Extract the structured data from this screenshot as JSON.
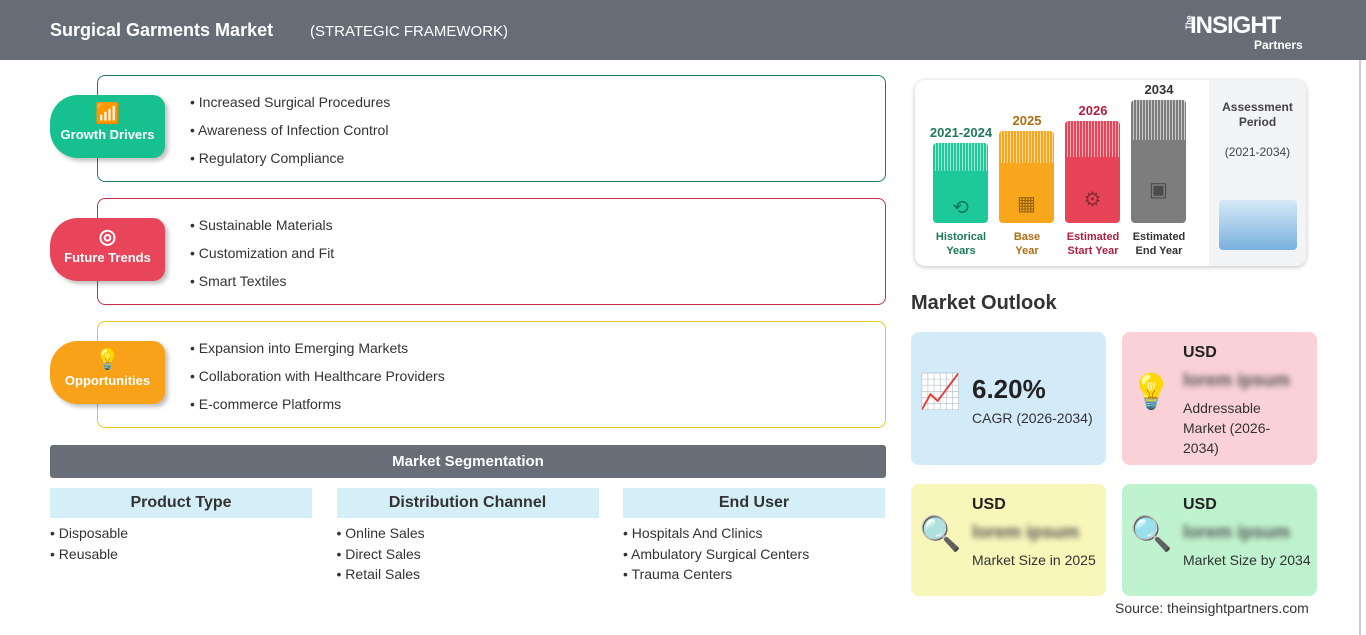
{
  "header": {
    "title": "Surgical Garments Market",
    "subtitle": "(STRATEGIC FRAMEWORK)",
    "logo_main": "INSIGHT",
    "logo_the": "The",
    "logo_sub": "Partners"
  },
  "framework": [
    {
      "label": "Growth Drivers",
      "color": "#17c08f",
      "border": "#1f7a64",
      "icon": "chart-up-icon",
      "items": [
        "Increased Surgical Procedures",
        "Awareness of Infection Control",
        "Regulatory Compliance"
      ]
    },
    {
      "label": "Future Trends",
      "color": "#e8455a",
      "border": "#c8304a",
      "icon": "target-icon",
      "items": [
        "Sustainable Materials",
        "Customization and Fit",
        "Smart Textiles"
      ]
    },
    {
      "label": "Opportunities",
      "color": "#f8a21a",
      "border": "#e8c820",
      "icon": "lightbulb-hand-icon",
      "items": [
        "Expansion into Emerging Markets",
        "Collaboration with Healthcare Providers",
        "E-commerce Platforms"
      ]
    }
  ],
  "segmentation": {
    "title": "Market Segmentation",
    "columns": [
      {
        "header": "Product Type",
        "items": [
          "Disposable",
          "Reusable"
        ]
      },
      {
        "header": "Distribution Channel",
        "items": [
          "Online Sales",
          "Direct Sales",
          "Retail Sales"
        ]
      },
      {
        "header": "End User",
        "items": [
          "Hospitals And Clinics",
          "Ambulatory Surgical Centers",
          "Trauma Centers"
        ]
      }
    ]
  },
  "assessment": {
    "title": "Assessment Period",
    "range": "(2021-2034)",
    "periods": [
      {
        "year": "2021-2024",
        "label1": "Historical",
        "label2": "Years",
        "color": "#1dc89a",
        "text": "#1f7a5a",
        "icon": "history-icon"
      },
      {
        "year": "2025",
        "label1": "Base",
        "label2": "Year",
        "color": "#f8a61c",
        "text": "#b06d10",
        "icon": "calendar-icon"
      },
      {
        "year": "2026",
        "label1": "Estimated",
        "label2": "Start Year",
        "color": "#e84457",
        "text": "#b02040",
        "icon": "monitor-gear-icon"
      },
      {
        "year": "2034",
        "label1": "Estimated",
        "label2": "End Year",
        "color": "#7d7d7d",
        "text": "#333333",
        "icon": "presentation-icon"
      }
    ]
  },
  "outlook": {
    "title": "Market Outlook",
    "cagr_value": "6.20%",
    "cagr_label": "CAGR (2026-2034)",
    "cards": [
      {
        "usd": "USD",
        "value": "lorem ipsum",
        "desc": "Addressable Market (2026-2034)",
        "color": "#f9d1d6",
        "icon": "dollar-bulb-icon"
      },
      {
        "usd": "USD",
        "value": "lorem ipsum",
        "desc": "Market Size in 2025",
        "color": "#f8f6b9",
        "icon": "magnifier-chart-icon"
      },
      {
        "usd": "USD",
        "value": "lorem ipsum",
        "desc": "Market Size by 2034",
        "color": "#bff2ce",
        "icon": "magnifier-chart-icon"
      }
    ]
  },
  "source": "Source: theinsightpartners.com"
}
